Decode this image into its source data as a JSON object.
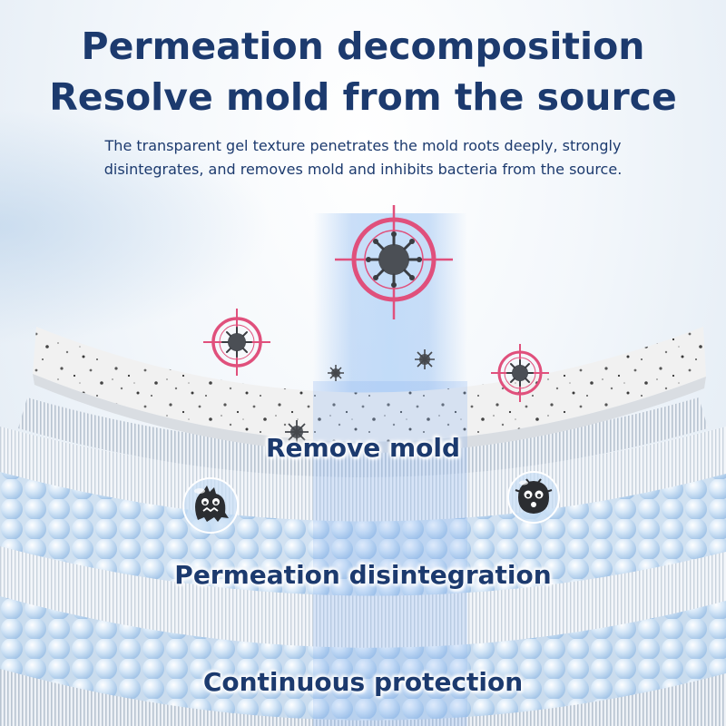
{
  "headline": {
    "line1": "Permeation decomposition",
    "line2": "Resolve mold from the source"
  },
  "description": "The transparent gel texture penetrates the mold roots deeply, strongly disintegrates, and removes mold and inhibits bacteria from the source.",
  "layers": [
    {
      "label": "Remove mold"
    },
    {
      "label": "Permeation disintegration"
    },
    {
      "label": "Continuous protection"
    }
  ],
  "colors": {
    "heading": "#1c3a6e",
    "target_ring": "#e0507c",
    "beam": "#8fb8ef",
    "bead": "#bcd6ef"
  },
  "icons": [
    "target-virus-icon",
    "spore-icon",
    "mold-bubble-icon"
  ]
}
